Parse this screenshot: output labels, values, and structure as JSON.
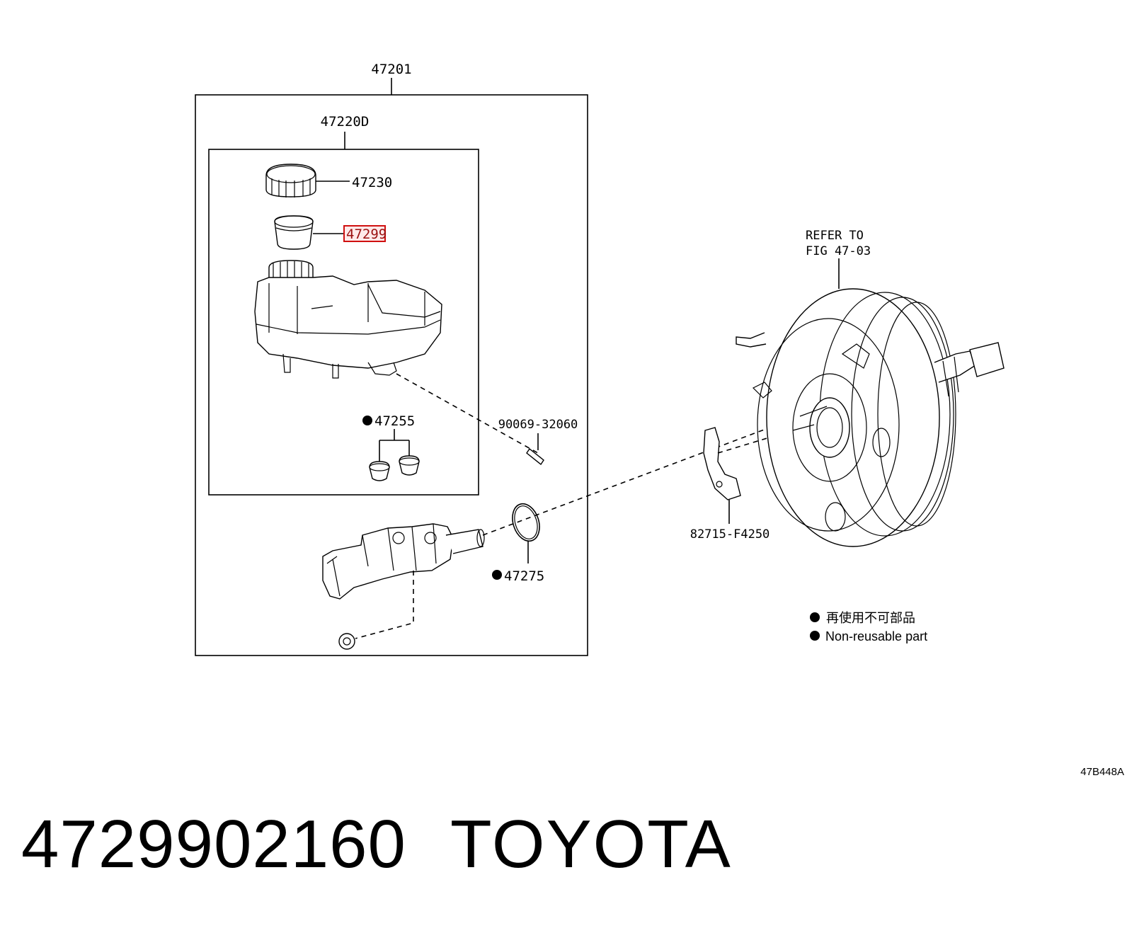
{
  "diagram": {
    "labels": {
      "assembly": "47201",
      "reservoir_assy": "47220D",
      "cap": "47230",
      "strainer": "47299",
      "grommet": "47255",
      "pin": "90069-32060",
      "oring": "47275",
      "bracket": "82715-F4250",
      "refer_line1": "REFER TO",
      "refer_line2": "FIG 47-03"
    },
    "highlighted_part": "47299",
    "highlight_color": "#d01010",
    "legend": {
      "line_jp": "再使用不可部品",
      "line_en": "Non-reusable part"
    },
    "illustration_code": "47B448A"
  },
  "footer": {
    "part_number": "4729902160",
    "brand": "TOYOTA"
  }
}
